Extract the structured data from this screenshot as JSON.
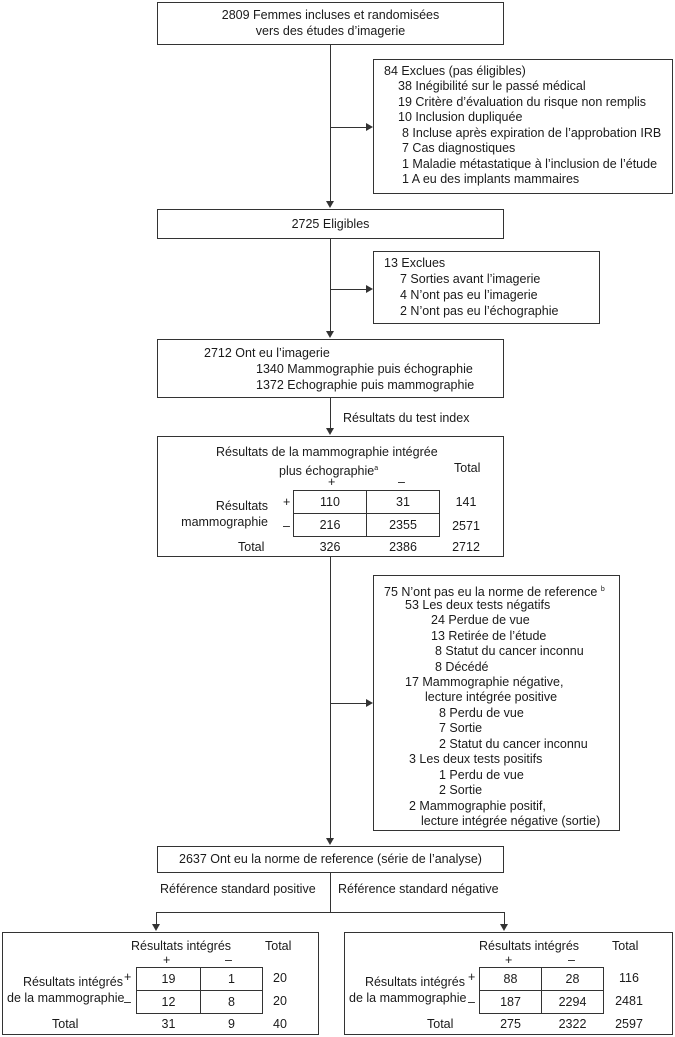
{
  "enrolled": {
    "l1": "2809 Femmes incluses et randomisées",
    "l2": "vers des études d’imagerie"
  },
  "excl1": {
    "title": "84 Exclues (pas éligibles)",
    "items": [
      "38 Inégibilité sur le passé médical",
      "19 Critère d’évaluation du risque non remplis",
      "10 Inclusion dupliquée",
      " 8 Incluse après expiration de l’approbation IRB",
      " 7 Cas diagnostiques",
      " 1 Maladie métastatique à l’inclusion de l’étude",
      " 1 A eu des implants mammaires"
    ]
  },
  "eligible": "2725  Eligibles",
  "excl2": {
    "title": "13 Exclues",
    "items": [
      "7 Sorties avant l’imagerie",
      "4 N’ont pas eu l’imagerie",
      "2 N’ont pas eu l’échographie"
    ]
  },
  "imaging": {
    "l1": "2712 Ont eu l’imagerie",
    "l2": "1340 Mammographie puis échographie",
    "l3": "1372 Echographie puis mammographie"
  },
  "index_label": "Résultats du test index",
  "index": {
    "head1": "Résultats de la mammographie intégrée",
    "head2": "plus échographie",
    "head2_sup": "a",
    "total_head": "Total",
    "plus": "+",
    "minus": "–",
    "row_label1": "Résultats",
    "row_label2": "mammographie",
    "row_total_label": "Total",
    "r1": [
      "110",
      "31",
      "141"
    ],
    "r2": [
      "216",
      "2355",
      "2571"
    ],
    "tot": [
      "326",
      "2386",
      "2712"
    ]
  },
  "excl3": {
    "title": "75 N’ont pas eu la norme de reference",
    "title_sup": "b",
    "lines": [
      "53 Les deux tests négatifs",
      "24 Perdue de vue",
      "13 Retirée de l’étude",
      " 8 Statut du cancer inconnu",
      " 8 Décédé",
      "17 Mammographie négative,",
      "lecture intégrée positive",
      "8 Perdu de vue",
      "7 Sortie",
      "2 Statut du cancer inconnu",
      "3 Les deux tests positifs",
      "1 Perdu de vue",
      "2 Sortie",
      "2 Mammographie positif,",
      "lecture intégrée négative (sortie)"
    ]
  },
  "reference": "2637 Ont eu la norme de reference (série de l’analyse)",
  "ref_pos": "Référence standard positive",
  "ref_neg": "Référence standard négative",
  "left_table": {
    "head": "Résultats intégrés",
    "total_head": "Total",
    "plus": "+",
    "minus": "–",
    "row_label1": "Résultats intégrés",
    "row_label2": "de la mammographie",
    "total_label": "Total",
    "r1": [
      "19",
      "1",
      "20"
    ],
    "r2": [
      "12",
      "8",
      "20"
    ],
    "tot": [
      "31",
      "9",
      "40"
    ]
  },
  "right_table": {
    "head": "Résultats intégrés",
    "total_head": "Total",
    "plus": "+",
    "minus": "–",
    "row_label1": "Résultats intégrés",
    "row_label2": "de la mammographie",
    "total_label": "Total",
    "r1": [
      "88",
      "28",
      "116"
    ],
    "r2": [
      "187",
      "2294",
      "2481"
    ],
    "tot": [
      "275",
      "2322",
      "2597"
    ]
  }
}
